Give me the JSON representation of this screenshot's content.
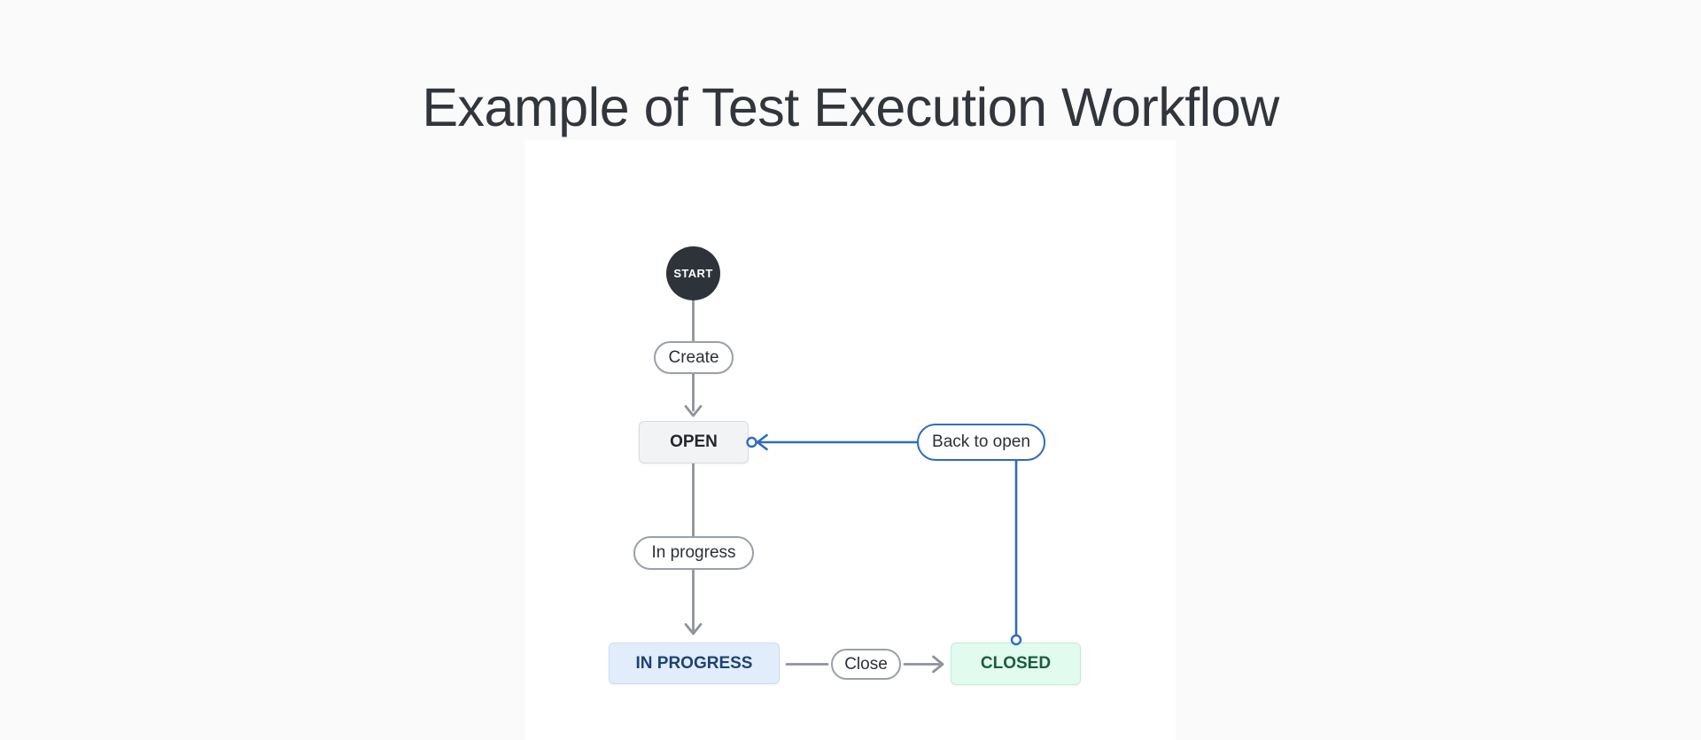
{
  "title": "Example of Test Execution Workflow",
  "diagram": {
    "start_node": {
      "label": "START",
      "fill": "#2e333a",
      "text_color": "#ffffff"
    },
    "statuses": [
      {
        "id": "open",
        "label": "OPEN",
        "fill": "#f2f3f5",
        "border": "#d8dbe1",
        "text_color": "#23262b"
      },
      {
        "id": "in-progress",
        "label": "IN PROGRESS",
        "fill": "#e2edfb",
        "border": "#cbdcf4",
        "text_color": "#1d4373"
      },
      {
        "id": "closed",
        "label": "CLOSED",
        "fill": "#e1fbee",
        "border": "#c2eed8",
        "text_color": "#1a5c40"
      }
    ],
    "transitions": [
      {
        "id": "create",
        "label": "Create",
        "line_color": "#8e939b"
      },
      {
        "id": "in-progress",
        "label": "In progress",
        "line_color": "#8e939b"
      },
      {
        "id": "close",
        "label": "Close",
        "line_color": "#8e939b"
      },
      {
        "id": "back-to-open",
        "label": "Back to open",
        "line_color": "#2f6cbe"
      }
    ]
  },
  "colors": {
    "page_background": "#fafafa",
    "panel_background": "#ffffff",
    "title_text": "#31363c",
    "connector_gray": "#8e939b",
    "accent_blue": "#2f6cbe"
  }
}
